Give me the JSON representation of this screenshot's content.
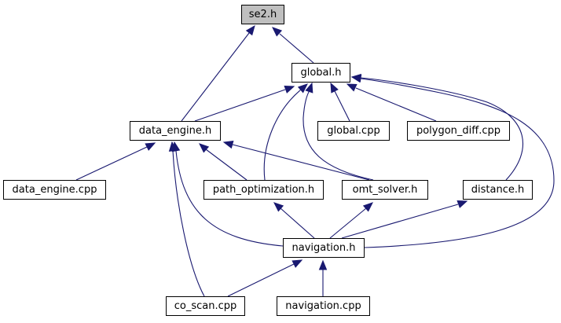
{
  "colors": {
    "edge": "#191970",
    "root_fill": "#bfbfbf",
    "node_fill": "#ffffff",
    "node_border": "#000000"
  },
  "nodes": {
    "se2_h": "se2.h",
    "global_h": "global.h",
    "data_engine_h": "data_engine.h",
    "global_cpp": "global.cpp",
    "polygon_diff_cpp": "polygon_diff.cpp",
    "data_engine_cpp": "data_engine.cpp",
    "path_optimization_h": "path_optimization.h",
    "omt_solver_h": "omt_solver.h",
    "distance_h": "distance.h",
    "navigation_h": "navigation.h",
    "co_scan_cpp": "co_scan.cpp",
    "navigation_cpp": "navigation.cpp"
  },
  "edges": [
    {
      "from": "global_h",
      "to": "se2_h"
    },
    {
      "from": "data_engine_h",
      "to": "se2_h"
    },
    {
      "from": "data_engine_h",
      "to": "global_h"
    },
    {
      "from": "global_cpp",
      "to": "global_h"
    },
    {
      "from": "polygon_diff_cpp",
      "to": "global_h"
    },
    {
      "from": "path_optimization_h",
      "to": "global_h"
    },
    {
      "from": "omt_solver_h",
      "to": "global_h"
    },
    {
      "from": "distance_h",
      "to": "global_h"
    },
    {
      "from": "navigation_h",
      "to": "global_h"
    },
    {
      "from": "data_engine_cpp",
      "to": "data_engine_h"
    },
    {
      "from": "path_optimization_h",
      "to": "data_engine_h"
    },
    {
      "from": "omt_solver_h",
      "to": "data_engine_h"
    },
    {
      "from": "navigation_h",
      "to": "data_engine_h"
    },
    {
      "from": "co_scan_cpp",
      "to": "data_engine_h"
    },
    {
      "from": "navigation_h",
      "to": "path_optimization_h"
    },
    {
      "from": "navigation_h",
      "to": "omt_solver_h"
    },
    {
      "from": "navigation_h",
      "to": "distance_h"
    },
    {
      "from": "co_scan_cpp",
      "to": "navigation_h"
    },
    {
      "from": "navigation_cpp",
      "to": "navigation_h"
    }
  ]
}
